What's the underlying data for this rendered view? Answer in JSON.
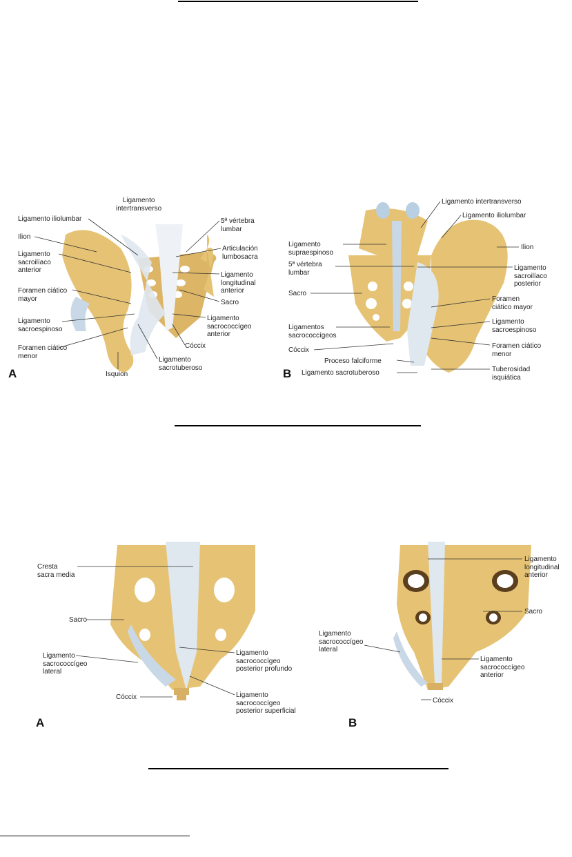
{
  "figure1": {
    "panelA": {
      "letter": "A",
      "labels": {
        "intertransverso": "Ligamento\nintertransverso",
        "iliolumbar": "Ligamento iliolumbar",
        "ilion": "Ilion",
        "sacroiliaco_anterior": "Ligamento\nsacroilíaco\nanterior",
        "foramen_mayor": "Foramen ciático\nmayor",
        "sacroespinoso": "Ligamento\nsacroespinoso",
        "foramen_menor": "Foramen ciático\nmenor",
        "isquion": "Isquion",
        "sacrotuberoso": "Ligamento\nsacrotuberoso",
        "coccix": "Cóccix",
        "sacrococcigeo_anterior": "Ligamento\nsacrococcígeo\nanterior",
        "sacro": "Sacro",
        "longitudinal_anterior": "Ligamento\nlongitudinal\nanterior",
        "lumbosacra": "Articulación\nlumbosacra",
        "vertebra": "5ª vértebra\nlumbar"
      }
    },
    "panelB": {
      "letter": "B",
      "labels": {
        "intertransverso": "Ligamento intertransverso",
        "iliolumbar": "Ligamento iliolumbar",
        "ilion": "Ilion",
        "supraespinoso": "Ligamento\nsupraespinoso",
        "vertebra": "5ª vértebra\nlumbar",
        "sacroiliaco_posterior": "Ligamento\nsacroilíaco\nposterior",
        "sacro": "Sacro",
        "foramen_mayor": "Foramen\nciático mayor",
        "sacrococcigeos": "Ligamentos\nsacrococcígeos",
        "sacroespinoso": "Ligamento\nsacroespinoso",
        "coccix": "Cóccix",
        "foramen_menor": "Foramen ciático\nmenor",
        "falciforme": "Proceso falciforme",
        "sacrotuberoso": "Ligamento sacrotuberoso",
        "tuberosidad": "Tuberosidad\nisquiática"
      }
    }
  },
  "figure2": {
    "panelA": {
      "letter": "A",
      "labels": {
        "cresta": "Cresta\nsacra media",
        "sacro": "Sacro",
        "lateral": "Ligamento\nsacrococcígeo\nlateral",
        "coccix": "Cóccix",
        "profundo": "Ligamento\nsacrococcígeo\nposterior profundo",
        "superficial": "Ligamento\nsacrococcígeo\nposterior superficial"
      }
    },
    "panelB": {
      "letter": "B",
      "labels": {
        "longitudinal": "Ligamento\nlongitudinal\nanterior",
        "sacro": "Sacro",
        "lateral": "Ligamento\nsacrococcígeo\nlateral",
        "anterior": "Ligamento\nsacrococcígeo\nanterior",
        "coccix": "Cóccix"
      }
    }
  },
  "colors": {
    "bone": "#e6c374",
    "ligament": "#c9d8e6",
    "rule": "#000000"
  }
}
